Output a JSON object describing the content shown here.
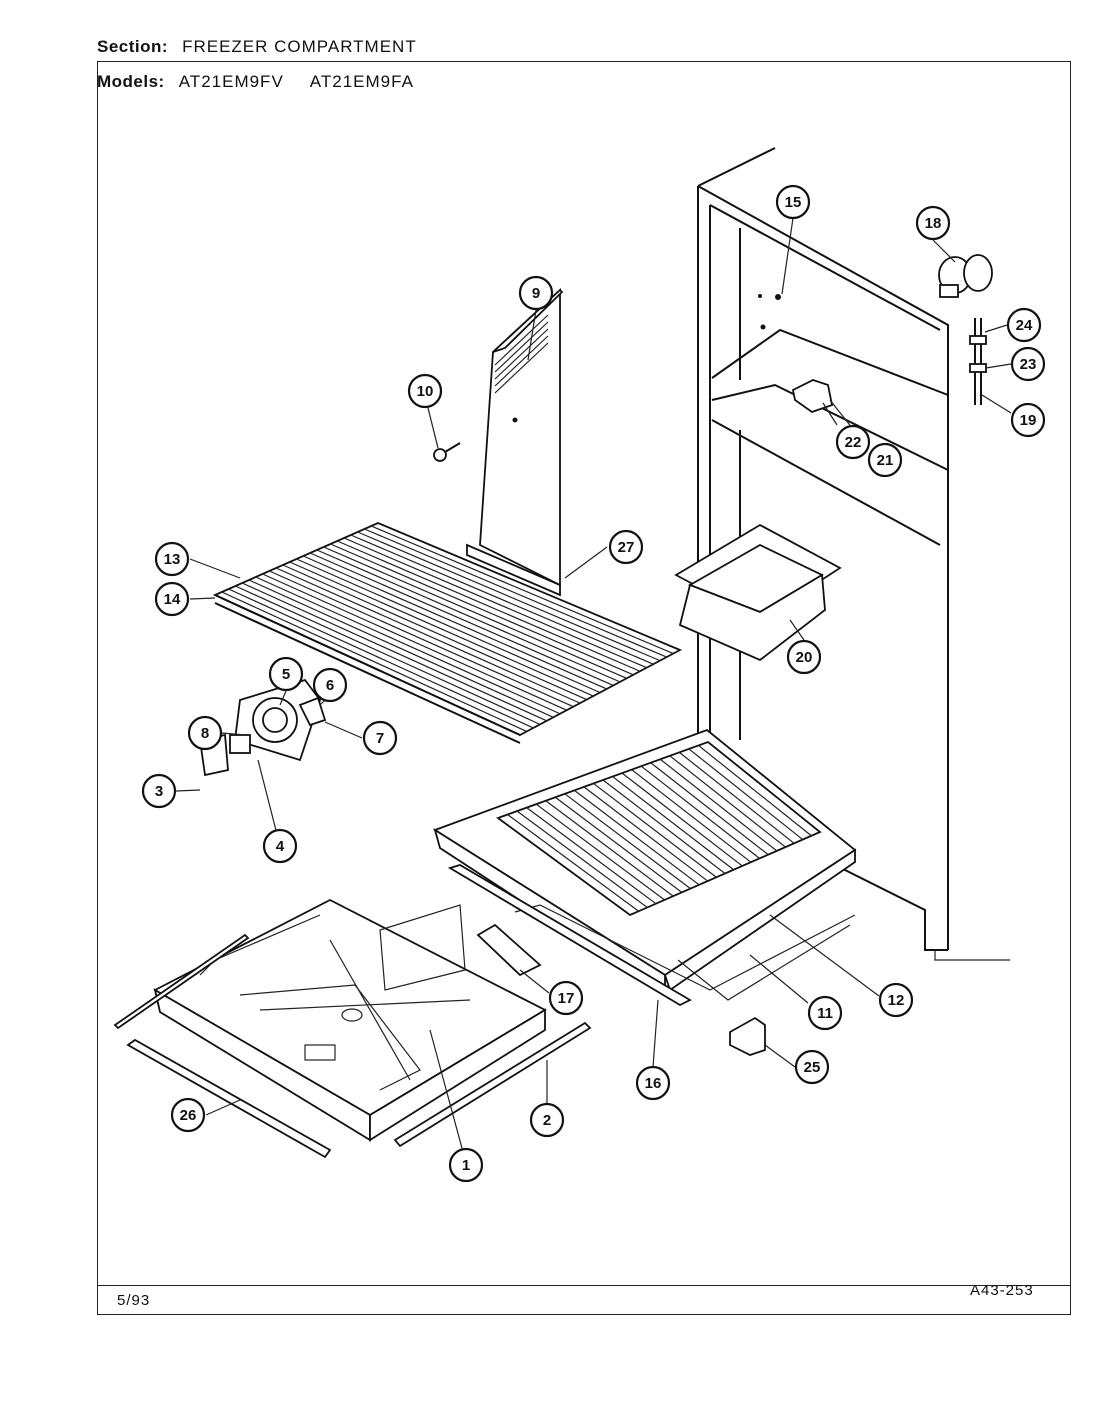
{
  "header": {
    "section_label": "Section:",
    "section_value": "FREEZER COMPARTMENT",
    "models_label": "Models:",
    "model_1": "AT21EM9FV",
    "model_2": "AT21EM9FA"
  },
  "footer": {
    "date": "5/93",
    "doc_number": "A43-253"
  },
  "callouts": [
    "1",
    "2",
    "3",
    "4",
    "5",
    "6",
    "7",
    "8",
    "9",
    "10",
    "11",
    "12",
    "13",
    "14",
    "15",
    "16",
    "17",
    "18",
    "19",
    "20",
    "21",
    "22",
    "23",
    "24",
    "25",
    "26",
    "27"
  ]
}
